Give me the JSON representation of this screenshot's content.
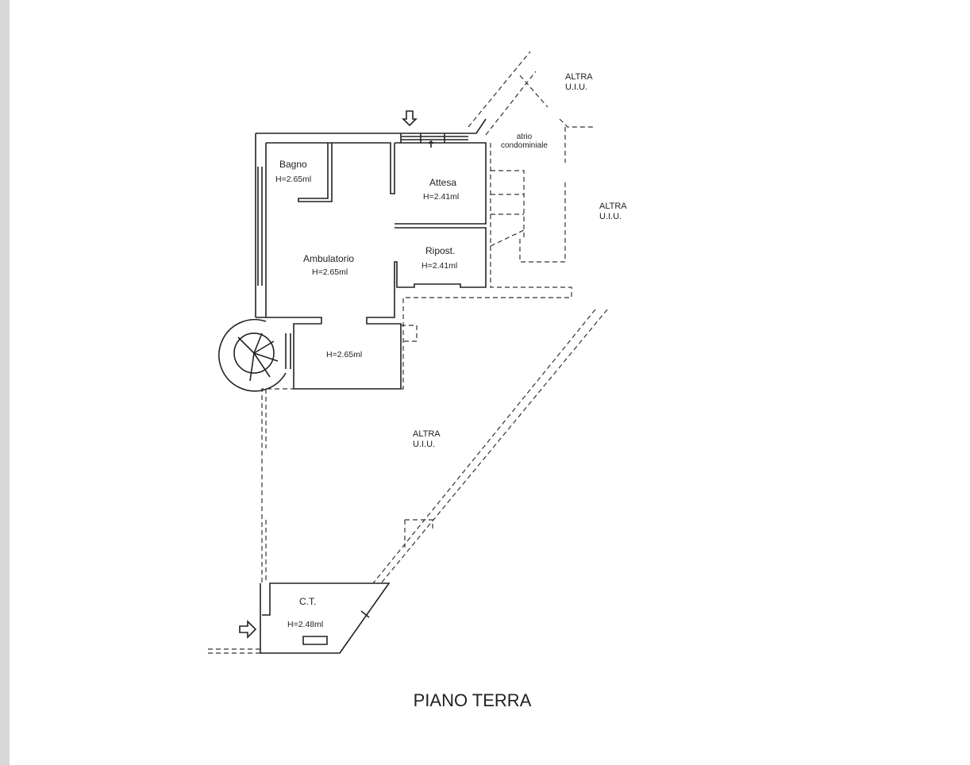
{
  "plan": {
    "title": "PIANO TERRA",
    "rooms": [
      {
        "name": "Bagno",
        "height": "H=2.65ml"
      },
      {
        "name": "Attesa",
        "height": "H=2.41ml"
      },
      {
        "name": "Ambulatorio",
        "height": "H=2.65ml"
      },
      {
        "name": "Ripost.",
        "height": "H=2.41ml"
      },
      {
        "name": "",
        "height": "H=2.65ml"
      },
      {
        "name": "C.T.",
        "height": "H=2.48ml"
      }
    ],
    "common_area": {
      "line1": "atrio",
      "line2": "condominiale"
    },
    "other_units": [
      {
        "line1": "ALTRA",
        "line2": "U.I.U."
      },
      {
        "line1": "ALTRA",
        "line2": "U.I.U."
      },
      {
        "line1": "ALTRA",
        "line2": "U.I.U."
      }
    ]
  }
}
